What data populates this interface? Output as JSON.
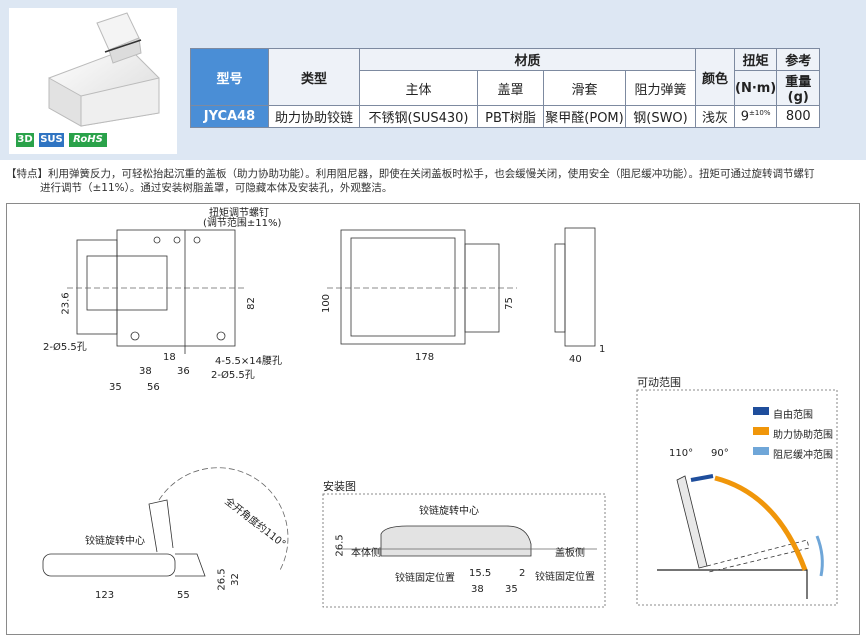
{
  "badges": {
    "three_d": "3D",
    "sus": "SUS",
    "rohs": "RoHS"
  },
  "table": {
    "headers": {
      "model": "型号",
      "type": "类型",
      "material": "材质",
      "main_body": "主体",
      "cover": "盖罩",
      "sleeve": "滑套",
      "spring": "阻力弹簧",
      "color": "颜色",
      "torque": "扭矩",
      "torque_unit": "(N·m)",
      "reference": "参考",
      "weight": "重量(g)"
    },
    "row": {
      "model": "JYCA48",
      "type": "助力协助铰链",
      "main_body": "不锈钢(SUS430)",
      "cover": "PBT树脂",
      "sleeve": "聚甲醛(POM)",
      "spring": "钢(SWO)",
      "color": "浅灰",
      "torque": "9",
      "torque_tol": "±10%",
      "weight": "800"
    }
  },
  "feature_text": "【特点】利用弹簧反力，可轻松抬起沉重的盖板（助力协助功能）。利用阻尼器，即使在关闭盖板时松手，也会缓慢关闭，使用安全（阻尼缓冲功能）。扭矩可通过旋转调节螺钉",
  "feature_text2": "进行调节（±11%）。通过安装树脂盖罩，可隐藏本体及安装孔，外观整洁。",
  "drawing": {
    "torque_screw": "扭矩调节螺钉",
    "torque_range": "(调节范围±11%)",
    "dims": {
      "d23_6": "23.6",
      "d82": "82",
      "hole2": "2-Ø5.5孔",
      "d18": "18",
      "hole4": "4-5.5×14腰孔",
      "d38": "38",
      "d36": "36",
      "hole2b": "2-Ø5.5孔",
      "d35": "35",
      "d56": "56",
      "d100": "100",
      "d75": "75",
      "d178": "178",
      "d40": "40",
      "d1": "1",
      "d26_5": "26.5",
      "d32": "32",
      "d123": "123",
      "d55": "55",
      "d26_5b": "26.5",
      "d15_5": "15.5",
      "d2": "2",
      "d38b": "38",
      "d35b": "35"
    },
    "open_angle": "全开角度约110°",
    "hinge_center": "铰链旋转中心",
    "install_title": "安装图",
    "install_hinge_center": "铰链旋转中心",
    "body_side": "本体侧",
    "cover_side": "盖板侧",
    "fix_pos_left": "铰链固定位置",
    "fix_pos_right": "铰链固定位置",
    "motion_title": "可动范围",
    "legend": [
      {
        "label": "自由范围",
        "color": "#1f4e9c"
      },
      {
        "label": "助力协助范围",
        "color": "#f0960a"
      },
      {
        "label": "阻尼缓冲范围",
        "color": "#6fa6d8"
      }
    ],
    "angle110": "110°",
    "angle90": "90°"
  }
}
